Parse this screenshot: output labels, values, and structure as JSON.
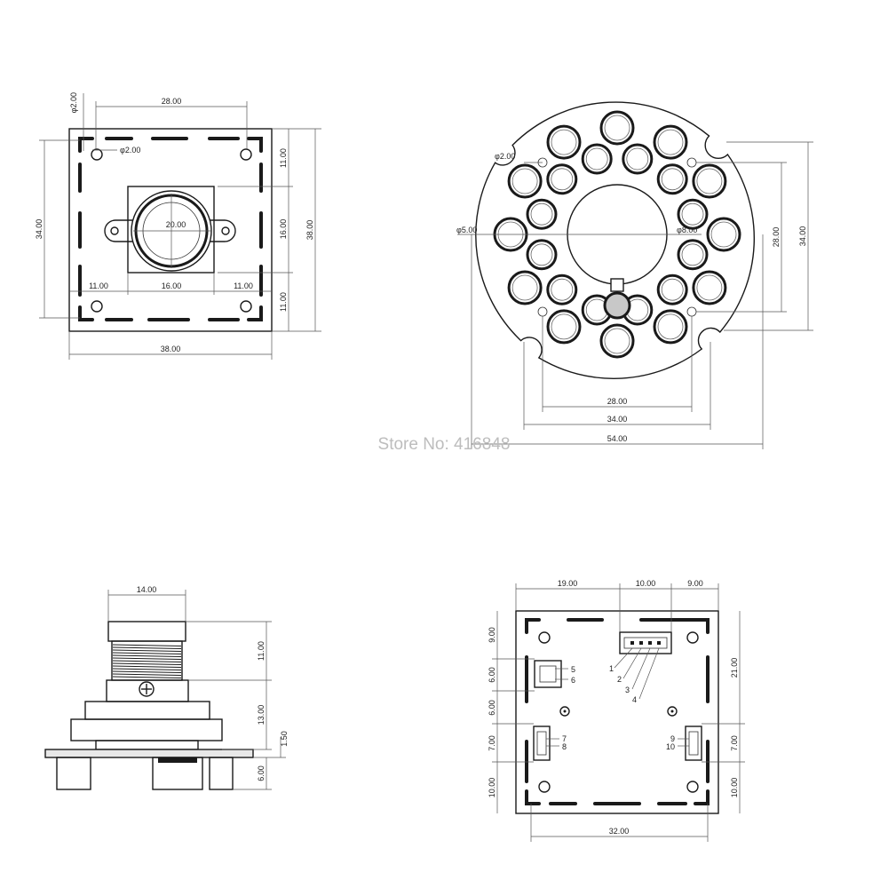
{
  "watermark": "Store No: 416848",
  "colors": {
    "line": "#1a1a1a",
    "watermark": "#bdbdbd",
    "center_led": "#c8c8c8"
  },
  "views": {
    "top_view": {
      "dims": {
        "hole_dia_vertical": "φ2.00",
        "hole_spacing": "28.00",
        "hole_dia": "φ2.00",
        "lens_dia": "20.00",
        "left_height": "34.00",
        "right_top": "11.00",
        "right_mid": "16.00",
        "right_bot": "11.00",
        "overall_height": "38.00",
        "bottom_left": "11.00",
        "bottom_mid": "16.00",
        "bottom_right": "11.00",
        "overall_width": "38.00"
      }
    },
    "led_board": {
      "dims": {
        "hole_dia": "φ2.00",
        "center_hole_left": "φ5.00",
        "center_hole_right": "φ8.00",
        "height_inner": "28.00",
        "height_outer": "34.00",
        "width_inner": "28.00",
        "width_mid": "34.00",
        "width_outer": "54.00"
      }
    },
    "side_view": {
      "dims": {
        "lens_width": "14.00",
        "lens_height": "11.00",
        "body_height": "13.00",
        "pcb_thickness": "1.50",
        "pin_length": "6.00"
      }
    },
    "bottom_view": {
      "dims": {
        "top_left": "19.00",
        "top_mid": "10.00",
        "top_right": "9.00",
        "left_1": "9.00",
        "left_2": "6.00",
        "left_3": "6.00",
        "left_4": "7.00",
        "left_5": "10.00",
        "right_top": "21.00",
        "right_mid": "7.00",
        "right_bot": "10.00",
        "bottom_width": "32.00"
      },
      "pins": [
        "1",
        "2",
        "3",
        "4",
        "5",
        "6",
        "7",
        "8",
        "9",
        "10"
      ]
    }
  }
}
